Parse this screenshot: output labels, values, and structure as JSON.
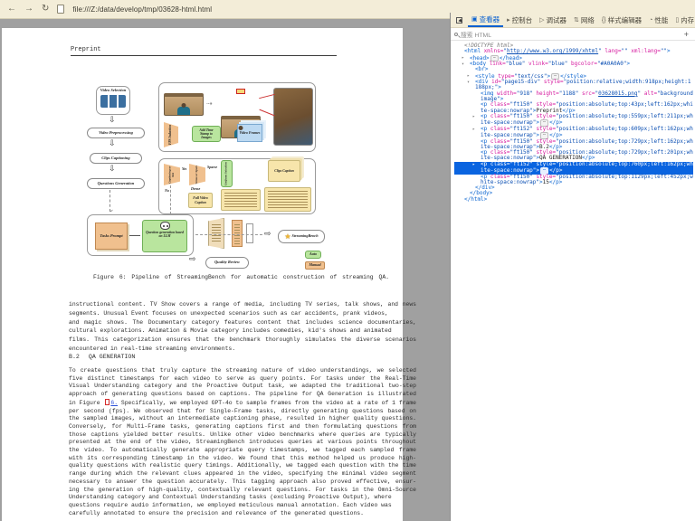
{
  "browser": {
    "url": "file:///Z:/data/develop/tmp/03628-html.html"
  },
  "page": {
    "preprint": "Preprint",
    "caption": "Figure 6: Pipeline of StreamingBench for automatic construction of streaming QA.",
    "heading_num": "B.2",
    "heading_title": "QA GENERATION",
    "para1": {
      "lines": [
        "instructional content. TV Show covers a range of media, including TV series, talk shows, and news",
        "segments. Unusual Event focuses on unexpected scenarios such as car accidents, prank videos,",
        "and magic shows. The Documentary category features content that includes science documentaries,",
        "cultural explorations. Animation & Movie category includes comedies, kid's shows and animated",
        "films. This categorization ensures that the benchmark thoroughly simulates the diverse scenarios",
        "encountered in real-time streaming environments."
      ],
      "ragged": [
        1,
        3,
        5
      ]
    },
    "para2": {
      "lines": [
        "To create questions that truly capture the streaming nature of video understandings, we selected",
        "five distinct timestamps for each video to serve as query points. For tasks under the Real-Time",
        "Visual Understanding category and the Proactive Output task, we adapted the traditional two-step",
        "approach of generating questions based on captions. The pipeline for QA Generation is illustrated",
        "__FIGREF__",
        "per second (fps). We observed that for Single-Frame tasks, directly generating questions based on",
        "the sampled images, without an intermediate captioning phase, resulted in higher quality questions.",
        "Conversely, for Multi-Frame tasks, generating captions first and then formulating questions from",
        "those captions yielded better results. Unlike other video benchmarks where queries are typically",
        "presented at the end of the video, StreamingBench introduces queries at various points throughout",
        "the video. To automatically generate appropriate query timestamps, we tagged each sampled frame",
        "with its corresponding timestamp in the video. We found that this method helped us produce high-",
        "quality questions with realistic query timings. Additionally, we tagged each question with the time",
        "range during which the relevant clues appeared in the video, specifying the minimal video segment",
        "necessary to answer the question accurately. This tagging approach also proved effective, ensur-",
        "ing the generation of high-quality, contextually relevant questions. For tasks in the Omni-Source",
        "Understanding category and Contextual Understanding tasks (excluding Proactive Output), where",
        "questions require audio information, we employed meticulous manual annotation. Each video was",
        "carefully annotated to ensure the precision and relevance of the generated questions."
      ],
      "ragged": [
        16,
        17,
        18
      ]
    },
    "figref": {
      "prefix": "in Figure",
      "link": "6.",
      "suffix": "Specifically, we employed GPT-4o to sample frames from the video at a rate of 1 frame"
    }
  },
  "figure": {
    "video_selection": "Video Selection",
    "video_preprocessing": "Video Preprocessing",
    "clips_captioning": "Clips Captioning",
    "questions_generation": "Questions Generation",
    "tasks_prompt": "Tasks Prompt",
    "question_generation_llm": "Question generation based on LLM",
    "quality_review": "Quality Review",
    "fps_induction": "FPS Induction",
    "add_time_stamp": "Add Time Stamp to Images",
    "video_frames": "Video Frames",
    "captioning_or_not": "Captioning or Not",
    "yes": "Yes",
    "no": "No",
    "dense_or_sparse": "Dense or Sparse",
    "sparse": "Sparse",
    "dense": "Dense",
    "uniform_selection": "Uniform Selection",
    "full_video_caption": "Full Video Caption",
    "clips_caption": "Clips Caption",
    "streamingbench": "StreamingBench",
    "star": "★",
    "auto": "Auto",
    "manual": "Manual"
  },
  "devtools": {
    "tabs": [
      {
        "label": "查看器",
        "icon": "▣",
        "active": true
      },
      {
        "label": "控制台",
        "icon": "▸",
        "active": false
      },
      {
        "label": "调试器",
        "icon": "▷",
        "active": false
      },
      {
        "label": "网络",
        "icon": "⇅",
        "active": false
      },
      {
        "label": "样式编辑器",
        "icon": "{}",
        "active": false
      },
      {
        "label": "性能",
        "icon": "◔",
        "active": false
      },
      {
        "label": "内存",
        "icon": "▯",
        "active": false
      }
    ],
    "search_placeholder": "搜索 HTML",
    "plus_label": "+",
    "tree": [
      {
        "ind": 0,
        "tk": [
          [
            "doc",
            "<!DOCTYPE html>"
          ]
        ]
      },
      {
        "ind": 0,
        "tk": [
          [
            "t",
            "<html"
          ],
          [
            "a",
            " xmlns="
          ],
          [
            "v",
            "\""
          ],
          [
            "lk",
            "http://www.w3.org/1999/xhtml"
          ],
          [
            "v",
            "\""
          ],
          [
            "a",
            " lang="
          ],
          [
            "v",
            "\"\""
          ],
          [
            "a",
            " xml:lang="
          ],
          [
            "v",
            "\"\""
          ],
          [
            "t",
            ">"
          ]
        ]
      },
      {
        "ind": 1,
        "arrow": "c",
        "tk": [
          [
            "t",
            "<head>"
          ],
          [
            "b",
            ""
          ],
          [
            "t",
            "</head>"
          ]
        ]
      },
      {
        "ind": 1,
        "arrow": "o",
        "tk": [
          [
            "t",
            "<body"
          ],
          [
            "a",
            " link="
          ],
          [
            "v",
            "\"blue\""
          ],
          [
            "a",
            " vlink="
          ],
          [
            "v",
            "\"blue\""
          ],
          [
            "a",
            " bgcolor="
          ],
          [
            "v",
            "\"#A0A0A0\""
          ],
          [
            "t",
            ">"
          ]
        ]
      },
      {
        "ind": 2,
        "tk": [
          [
            "t",
            "<br>"
          ]
        ]
      },
      {
        "ind": 2,
        "arrow": "c",
        "tk": [
          [
            "t",
            "<style"
          ],
          [
            "a",
            " type="
          ],
          [
            "v",
            "\"text/css\""
          ],
          [
            "t",
            ">"
          ],
          [
            "b",
            ""
          ],
          [
            "t",
            "</style>"
          ]
        ]
      },
      {
        "ind": 2,
        "arrow": "o",
        "tk": [
          [
            "t",
            "<div"
          ],
          [
            "a",
            " id="
          ],
          [
            "v",
            "\"page15-div\""
          ],
          [
            "a",
            " style="
          ],
          [
            "v",
            "\"position:relative;width:918px;height:1188px;\""
          ],
          [
            "t",
            ">"
          ]
        ]
      },
      {
        "ind": 3,
        "tk": [
          [
            "t",
            "<img"
          ],
          [
            "a",
            " width="
          ],
          [
            "v",
            "\"918\""
          ],
          [
            "a",
            " height="
          ],
          [
            "v",
            "\"1188\""
          ],
          [
            "a",
            " src="
          ],
          [
            "v",
            "\""
          ],
          [
            "lk",
            "03628015.png"
          ],
          [
            "v",
            "\""
          ],
          [
            "a",
            " alt="
          ],
          [
            "v",
            "\"background image\""
          ],
          [
            "t",
            ">"
          ]
        ]
      },
      {
        "ind": 3,
        "tk": [
          [
            "t",
            "<p"
          ],
          [
            "a",
            " class="
          ],
          [
            "v",
            "\"ft150\""
          ],
          [
            "a",
            " style="
          ],
          [
            "v",
            "\"position:absolute;top:43px;left:162px;white-space:nowrap\""
          ],
          [
            "t",
            ">"
          ],
          [
            "x",
            "Preprint"
          ],
          [
            "t",
            "</p>"
          ]
        ]
      },
      {
        "ind": 3,
        "arrow": "c",
        "tk": [
          [
            "t",
            "<p"
          ],
          [
            "a",
            " class="
          ],
          [
            "v",
            "\"ft150\""
          ],
          [
            "a",
            " style="
          ],
          [
            "v",
            "\"position:absolute;top:559px;left:211px;white-space:nowrap\""
          ],
          [
            "t",
            ">"
          ],
          [
            "b",
            ""
          ],
          [
            "t",
            "</p>"
          ]
        ]
      },
      {
        "ind": 3,
        "arrow": "c",
        "tk": [
          [
            "t",
            "<p"
          ],
          [
            "a",
            " class="
          ],
          [
            "v",
            "\"ft152\""
          ],
          [
            "a",
            " style="
          ],
          [
            "v",
            "\"position:absolute;top:609px;left:162px;white-space:nowrap\""
          ],
          [
            "t",
            ">"
          ],
          [
            "b",
            ""
          ],
          [
            "t",
            "</p>"
          ]
        ]
      },
      {
        "ind": 3,
        "tk": [
          [
            "t",
            "<p"
          ],
          [
            "a",
            " class="
          ],
          [
            "v",
            "\"ft150\""
          ],
          [
            "a",
            " style="
          ],
          [
            "v",
            "\"position:absolute;top:729px;left:162px;white-space:nowrap\""
          ],
          [
            "t",
            ">"
          ],
          [
            "x",
            "B.2"
          ],
          [
            "t",
            "</p>"
          ]
        ]
      },
      {
        "ind": 3,
        "tk": [
          [
            "t",
            "<p"
          ],
          [
            "a",
            " class="
          ],
          [
            "v",
            "\"ft150\""
          ],
          [
            "a",
            " style="
          ],
          [
            "v",
            "\"position:absolute;top:729px;left:201px;white-space:nowrap\""
          ],
          [
            "t",
            ">"
          ],
          [
            "x",
            "QA GENERATION"
          ],
          [
            "t",
            "</p>"
          ]
        ]
      },
      {
        "ind": 3,
        "arrow": "c",
        "sel": true,
        "tk": [
          [
            "t",
            "<p"
          ],
          [
            "a",
            " class="
          ],
          [
            "v",
            "\"ft152\""
          ],
          [
            "a",
            " style="
          ],
          [
            "v",
            "\"position:absolute;top:760px;left:162px;white-space:nowrap\""
          ],
          [
            "t",
            ">"
          ],
          [
            "b",
            ""
          ],
          [
            "t",
            "</p>"
          ]
        ]
      },
      {
        "ind": 3,
        "tk": [
          [
            "t",
            "<p"
          ],
          [
            "a",
            " class="
          ],
          [
            "v",
            "\"ft150\""
          ],
          [
            "a",
            " style="
          ],
          [
            "v",
            "\"position:absolute;top:1129px;left:452px;white-space:nowrap\""
          ],
          [
            "t",
            ">"
          ],
          [
            "x",
            "15"
          ],
          [
            "t",
            "</p>"
          ]
        ]
      },
      {
        "ind": 2,
        "tk": [
          [
            "t",
            "</div>"
          ]
        ]
      },
      {
        "ind": 1,
        "tk": [
          [
            "t",
            "</body>"
          ]
        ]
      },
      {
        "ind": 0,
        "tk": [
          [
            "t",
            "</html>"
          ]
        ]
      }
    ]
  }
}
